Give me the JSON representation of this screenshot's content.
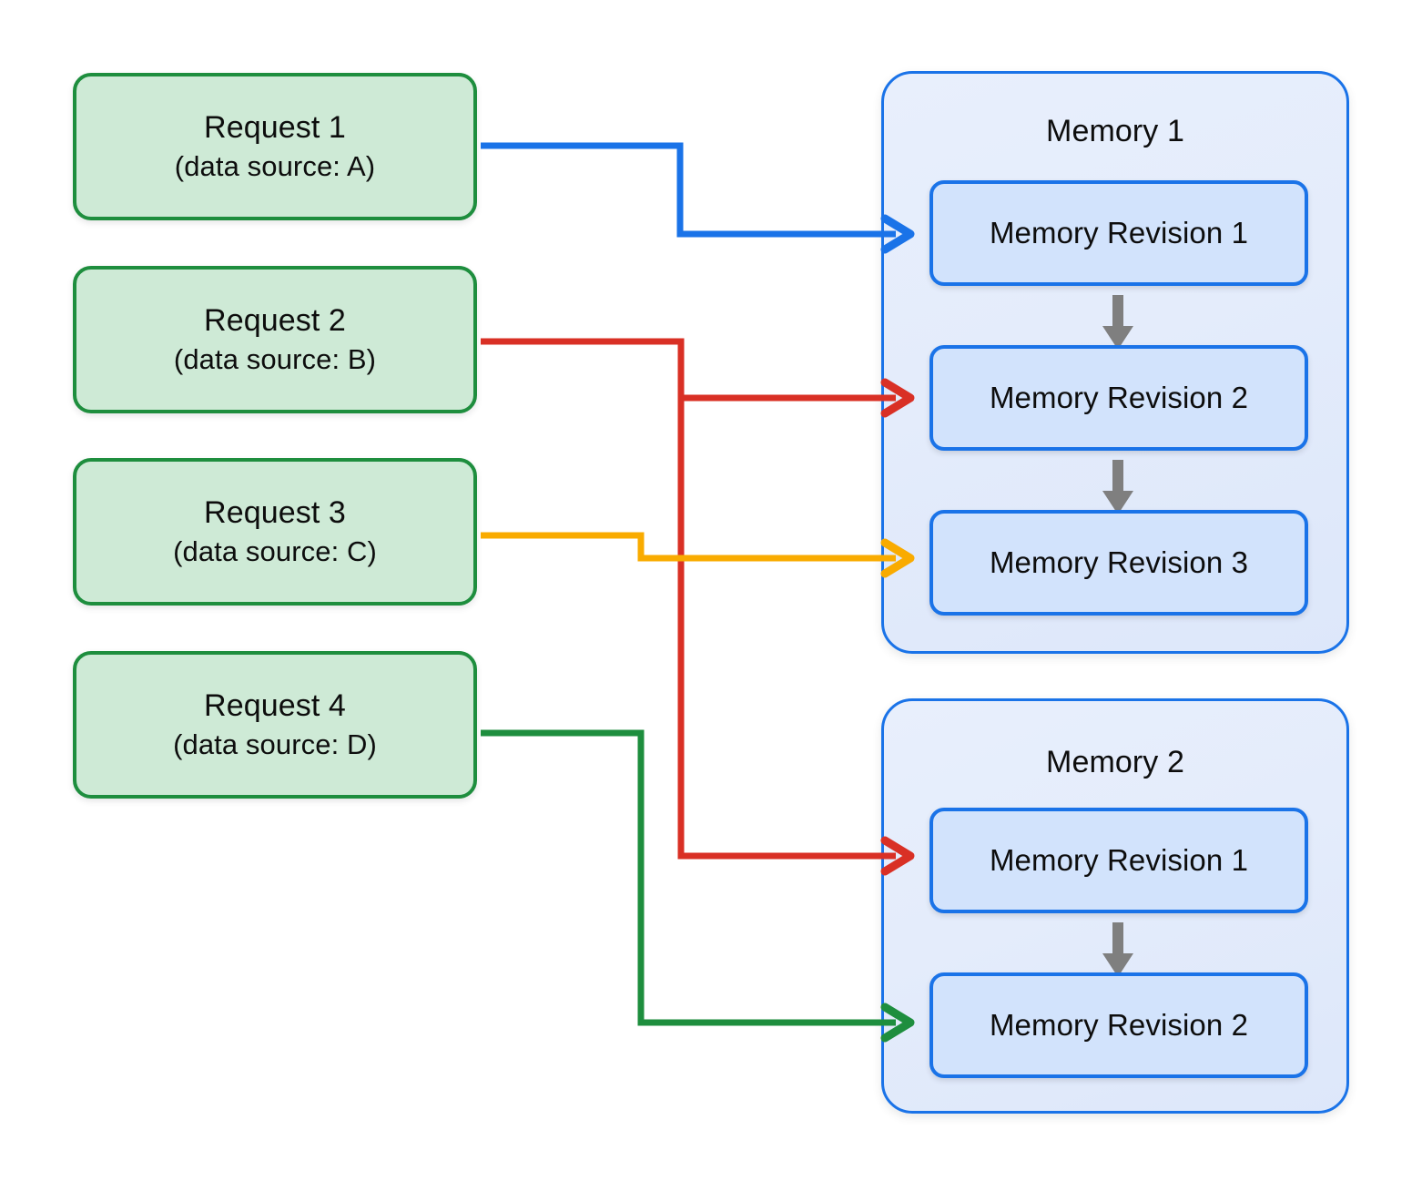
{
  "diagram": {
    "title": "Request to Memory Revision routing diagram",
    "background_color": "#ffffff"
  },
  "colors": {
    "request_fill": "#ceead6",
    "request_border": "#1e8e3e",
    "memory_container_fill": "#e4ecfb",
    "memory_container_border": "#1a73e8",
    "revision_fill": "#d2e3fc",
    "revision_border": "#1a73e8",
    "connector_blue": "#1a73e8",
    "connector_red": "#d93025",
    "connector_orange": "#f9ab00",
    "connector_green": "#1e8e3e",
    "sequence_arrow_gray": "#7f7f7f",
    "text": "#0d0d0d"
  },
  "requests": [
    {
      "id": "request-1",
      "title": "Request 1",
      "subtitle": "(data source: A)",
      "connector_color_name": "connector_blue",
      "targets": "Memory 1 / Memory Revision 1"
    },
    {
      "id": "request-2",
      "title": "Request 2",
      "subtitle": "(data source: B)",
      "connector_color_name": "connector_red",
      "targets": "Memory 1 / Memory Revision 2 and Memory 2 / Memory Revision 1"
    },
    {
      "id": "request-3",
      "title": "Request 3",
      "subtitle": "(data source: C)",
      "connector_color_name": "connector_orange",
      "targets": "Memory 1 / Memory Revision 3"
    },
    {
      "id": "request-4",
      "title": "Request 4",
      "subtitle": "(data source: D)",
      "connector_color_name": "connector_green",
      "targets": "Memory 2 / Memory Revision 2"
    }
  ],
  "memories": [
    {
      "id": "memory-1",
      "title": "Memory 1",
      "revisions": [
        {
          "id": "memory-1-revision-1",
          "label": "Memory Revision 1"
        },
        {
          "id": "memory-1-revision-2",
          "label": "Memory Revision 2"
        },
        {
          "id": "memory-1-revision-3",
          "label": "Memory Revision 3"
        }
      ]
    },
    {
      "id": "memory-2",
      "title": "Memory 2",
      "revisions": [
        {
          "id": "memory-2-revision-1",
          "label": "Memory Revision 1"
        },
        {
          "id": "memory-2-revision-2",
          "label": "Memory Revision 2"
        }
      ]
    }
  ],
  "connectors": [
    {
      "from": "Request 1",
      "to": "Memory 1 / Memory Revision 1",
      "color": "#1a73e8"
    },
    {
      "from": "Request 2",
      "to": "Memory 1 / Memory Revision 2",
      "color": "#d93025"
    },
    {
      "from": "Request 2",
      "to": "Memory 2 / Memory Revision 1",
      "color": "#d93025"
    },
    {
      "from": "Request 3",
      "to": "Memory 1 / Memory Revision 3",
      "color": "#f9ab00"
    },
    {
      "from": "Request 4",
      "to": "Memory 2 / Memory Revision 2",
      "color": "#1e8e3e"
    }
  ],
  "sequence_arrows": [
    {
      "from": "Memory 1 / Memory Revision 1",
      "to": "Memory 1 / Memory Revision 2"
    },
    {
      "from": "Memory 1 / Memory Revision 2",
      "to": "Memory 1 / Memory Revision 3"
    },
    {
      "from": "Memory 2 / Memory Revision 1",
      "to": "Memory 2 / Memory Revision 2"
    }
  ]
}
